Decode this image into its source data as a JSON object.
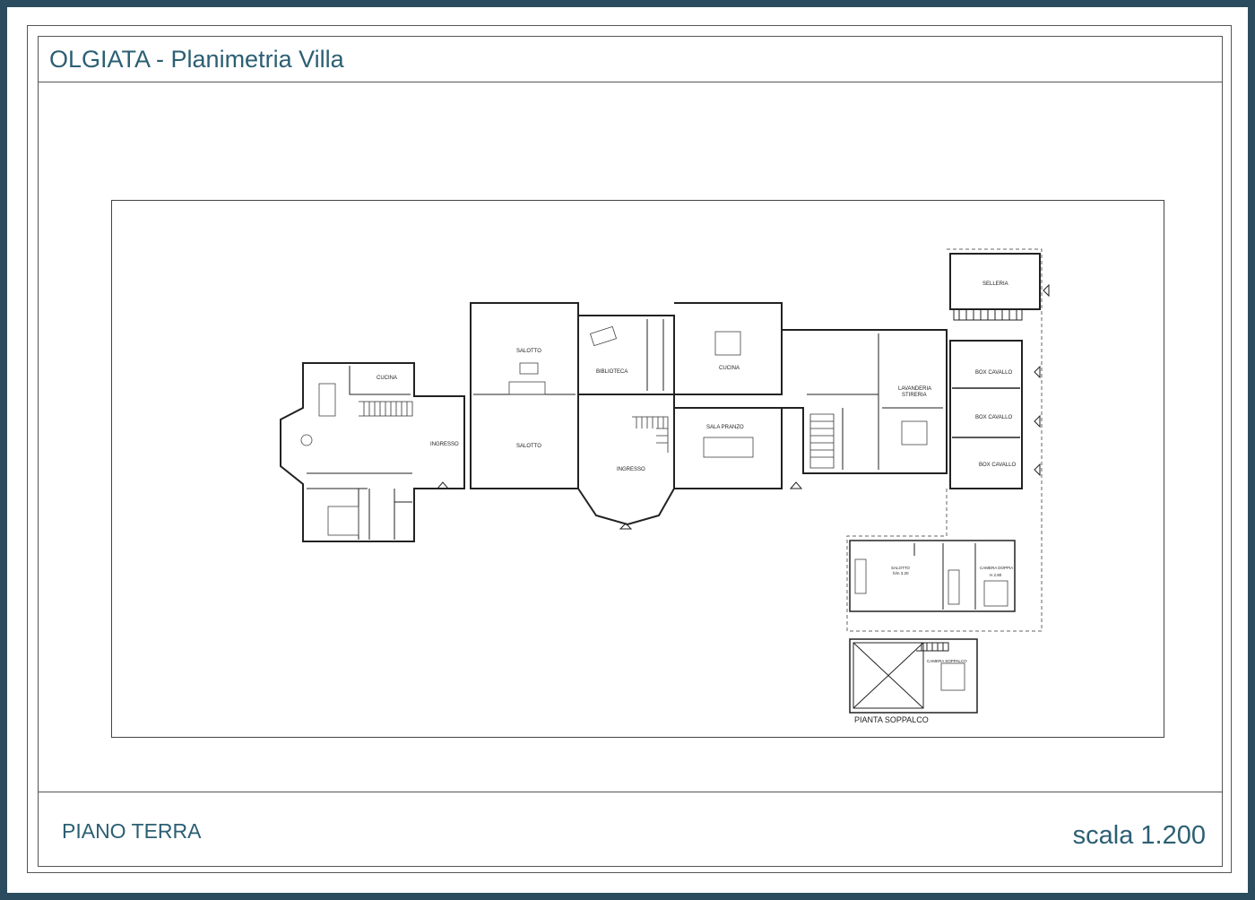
{
  "header": {
    "title": "OLGIATA - Planimetria Villa"
  },
  "footer": {
    "floor_label": "PIANO TERRA",
    "scale_label": "scala 1.200"
  },
  "colors": {
    "border": "#2b4c5e",
    "text": "#2c5f73",
    "lines": "#222222"
  },
  "rooms": {
    "cucina_left": "CUCINA",
    "ingresso_left": "INGRESSO",
    "salotto_top": "SALOTTO",
    "salotto_mid": "SALOTTO",
    "biblioteca": "BIBLIOTECA",
    "ingresso_center": "INGRESSO",
    "cucina_center": "CUCINA",
    "sala_pranzo": "SALA PRANZO",
    "lavanderia_1": "LAVANDERIA",
    "lavanderia_2": "STIRERIA",
    "selleria": "SELLERIA",
    "box_cavallo_1": "BOX CAVALLO",
    "box_cavallo_2": "BOX CAVALLO",
    "box_cavallo_3": "BOX CAVALLO",
    "salotto_annex_1": "SALOTTO",
    "salotto_annex_2": "h/m 3.20",
    "camera_doppia_1": "CAMERA DOPPIA",
    "camera_doppia_2": "H 2.80",
    "camera_soppalco": "CAMERA SOPPALCO",
    "pianta_soppalco": "PIANTA SOPPALCO"
  }
}
